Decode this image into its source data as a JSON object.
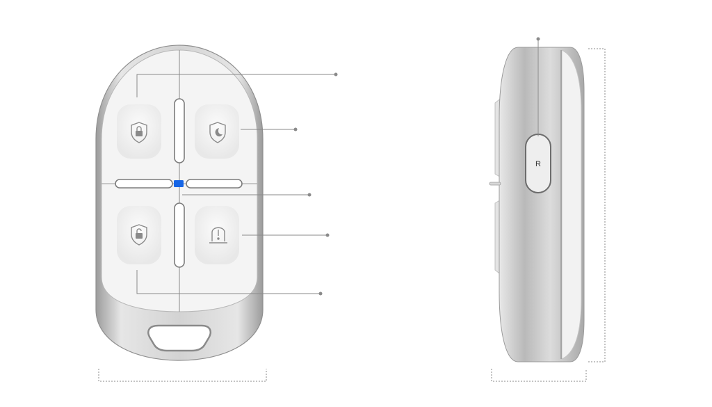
{
  "front_view": {
    "buttons": [
      {
        "name": "arm",
        "icon": "lock-closed-shield-icon"
      },
      {
        "name": "night-mode",
        "icon": "moon-shield-icon"
      },
      {
        "name": "disarm",
        "icon": "lock-open-shield-icon"
      },
      {
        "name": "panic",
        "icon": "alarm-siren-icon"
      }
    ],
    "led_color": "#1565e6"
  },
  "side_view": {
    "reset_button_label": "R"
  },
  "colors": {
    "frame": "#c9c9c9",
    "face": "#f3f3f3",
    "leader_line": "#8a8a8a"
  }
}
